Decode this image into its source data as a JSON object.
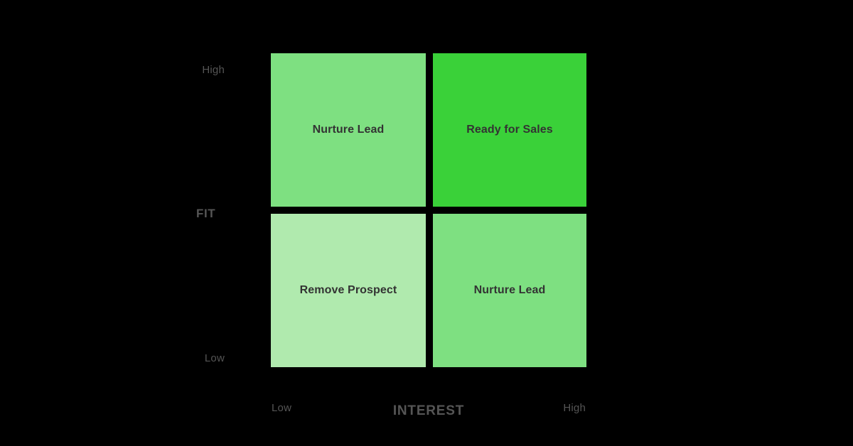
{
  "background_color": "#000000",
  "chart_data": {
    "type": "heatmap",
    "title": "",
    "xlabel": "INTEREST",
    "ylabel": "FIT",
    "grid": false,
    "legend": "none",
    "x_categories": [
      "Low",
      "High"
    ],
    "y_categories": [
      "Low",
      "High"
    ],
    "cells": [
      {
        "id": "top-left",
        "x": "Low",
        "y": "High",
        "label": "Nurture Lead",
        "color": "#7ee081",
        "text_color": "#333333"
      },
      {
        "id": "top-right",
        "x": "High",
        "y": "High",
        "label": "Ready for Sales",
        "color": "#3ad139",
        "text_color": "#333333"
      },
      {
        "id": "bottom-left",
        "x": "Low",
        "y": "Low",
        "label": "Remove Prospect",
        "color": "#b0eaae",
        "text_color": "#333333"
      },
      {
        "id": "bottom-right",
        "x": "High",
        "y": "Low",
        "label": "Nurture Lead",
        "color": "#7ee081",
        "text_color": "#333333"
      }
    ]
  },
  "axes": {
    "y": {
      "title": "FIT",
      "tick_high": "High",
      "tick_low": "Low",
      "title_color": "#555555",
      "tick_color": "#555555"
    },
    "x": {
      "title": "INTEREST",
      "tick_low": "Low",
      "tick_high": "High",
      "title_color": "#555555",
      "tick_color": "#555555"
    }
  }
}
